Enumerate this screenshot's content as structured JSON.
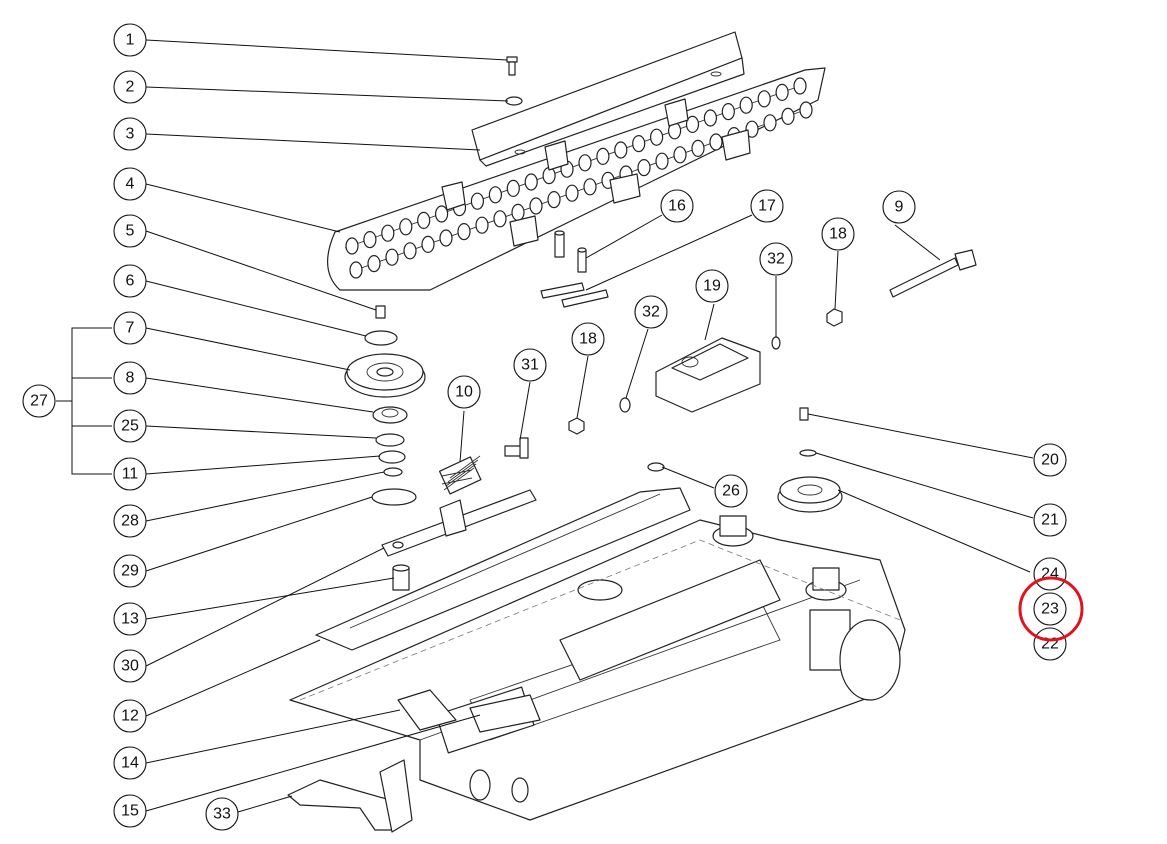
{
  "callouts": {
    "c1": "1",
    "c2": "2",
    "c3": "3",
    "c4": "4",
    "c5": "5",
    "c6": "6",
    "c7": "7",
    "c8": "8",
    "c25": "25",
    "c11": "11",
    "c27": "27",
    "c28": "28",
    "c29": "29",
    "c13": "13",
    "c30": "30",
    "c12": "12",
    "c14": "14",
    "c15": "15",
    "c33": "33",
    "c10": "10",
    "c31": "31",
    "c18a": "18",
    "c32a": "32",
    "c16": "16",
    "c17": "17",
    "c19": "19",
    "c32b": "32",
    "c18b": "18",
    "c9": "9",
    "c20": "20",
    "c21": "21",
    "c26": "26",
    "c24": "24",
    "c23": "23",
    "c22": "22"
  },
  "highlight": {
    "callout": "23",
    "color": "#e0141e"
  }
}
